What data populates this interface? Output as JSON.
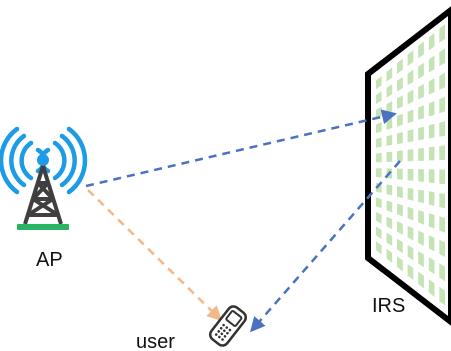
{
  "labels": {
    "ap": "AP",
    "irs": "IRS",
    "user": "user"
  },
  "icons": {
    "ap": "antenna-tower-icon",
    "irs": "reflecting-surface-panel",
    "user": "mobile-phone-icon"
  },
  "colors": {
    "signal_waves": "#1e9be6",
    "tower": "#3f3f3f",
    "tower_base": "#28b463",
    "irs_frame": "#000000",
    "irs_elements": "#c5e3b5",
    "link_ap_irs": "#4a72c0",
    "link_irs_user": "#4a72c0",
    "link_ap_user": "#f2b889",
    "phone": "#333333"
  },
  "links": [
    {
      "from": "AP",
      "to": "IRS",
      "style": "dashed",
      "color_key": "link_ap_irs"
    },
    {
      "from": "IRS",
      "to": "user",
      "style": "dashed",
      "color_key": "link_irs_user"
    },
    {
      "from": "AP",
      "to": "user",
      "style": "dashed",
      "color_key": "link_ap_user"
    }
  ]
}
